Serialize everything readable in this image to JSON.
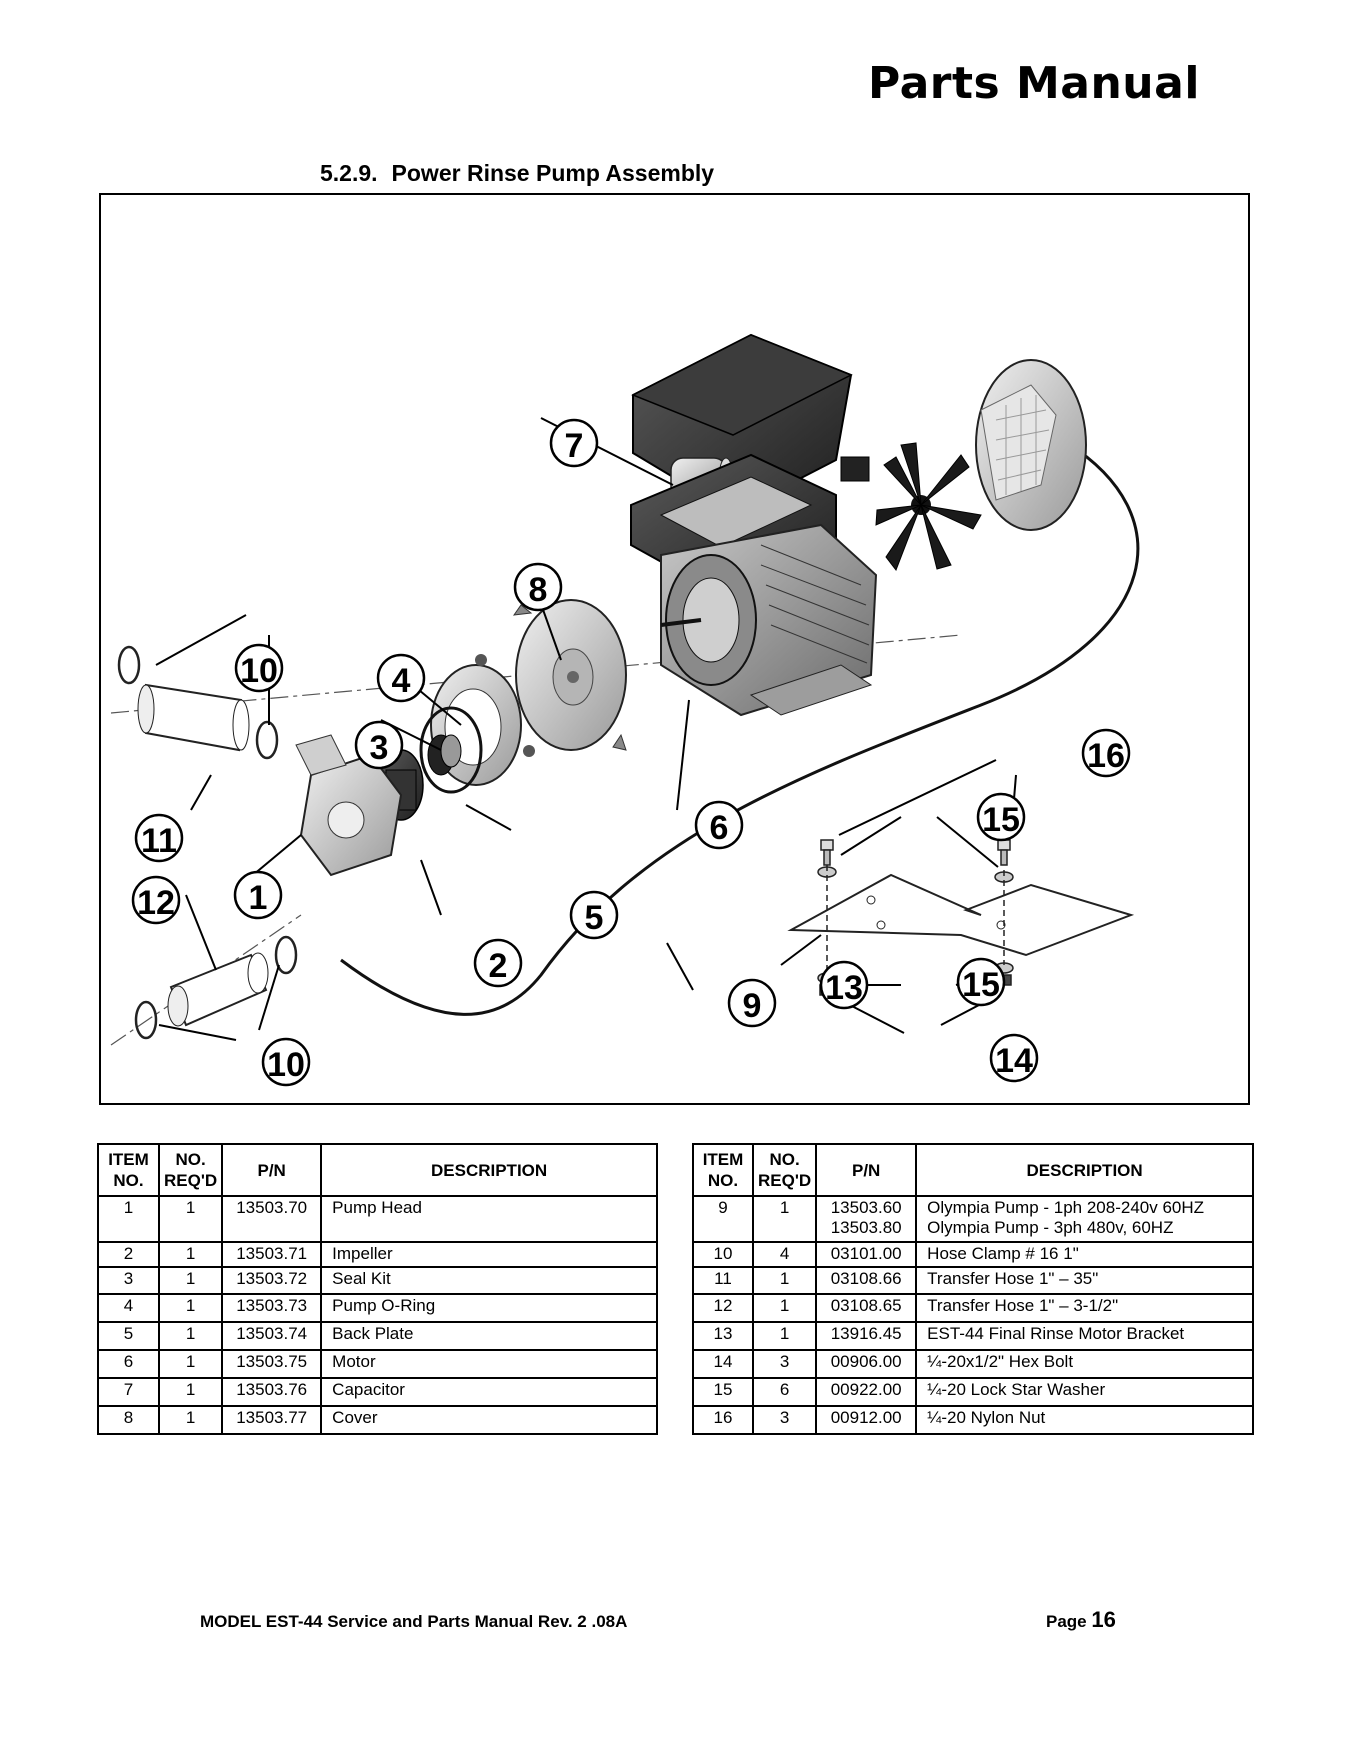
{
  "header": {
    "title": "Parts Manual"
  },
  "section": {
    "number": "5.2.9.",
    "title": "Power Rinse Pump Assembly"
  },
  "figure": {
    "callouts": [
      "7",
      "8",
      "10",
      "4",
      "3",
      "11",
      "1",
      "12",
      "5",
      "2",
      "6",
      "9",
      "16",
      "15",
      "13",
      "15",
      "14",
      "10"
    ]
  },
  "table_headers": {
    "item": [
      "ITEM",
      "NO."
    ],
    "req": [
      "NO.",
      "REQ'D"
    ],
    "pn": "P/N",
    "desc": "DESCRIPTION"
  },
  "left_table": [
    {
      "item": "1",
      "req": "1",
      "pn": "13503.70",
      "desc": "Pump Head"
    },
    {
      "item": "2",
      "req": "1",
      "pn": "13503.71",
      "desc": "Impeller"
    },
    {
      "item": "3",
      "req": "1",
      "pn": "13503.72",
      "desc": "Seal Kit"
    },
    {
      "item": "4",
      "req": "1",
      "pn": "13503.73",
      "desc": "Pump O-Ring"
    },
    {
      "item": "5",
      "req": "1",
      "pn": "13503.74",
      "desc": "Back Plate"
    },
    {
      "item": "6",
      "req": "1",
      "pn": "13503.75",
      "desc": "Motor"
    },
    {
      "item": "7",
      "req": "1",
      "pn": "13503.76",
      "desc": "Capacitor"
    },
    {
      "item": "8",
      "req": "1",
      "pn": "13503.77",
      "desc": "Cover"
    }
  ],
  "right_table": [
    {
      "item": "9",
      "req": "1",
      "pn": "13503.60",
      "pn2": "13503.80",
      "desc": "Olympia Pump - 1ph 208-240v 60HZ",
      "desc2": "Olympia Pump - 3ph 480v, 60HZ"
    },
    {
      "item": "10",
      "req": "4",
      "pn": "03101.00",
      "desc": "Hose Clamp # 16   1\""
    },
    {
      "item": "11",
      "req": "1",
      "pn": "03108.66",
      "desc": "Transfer Hose 1\" – 35\""
    },
    {
      "item": "12",
      "req": "1",
      "pn": "03108.65",
      "desc": "Transfer Hose 1\" – 3-1/2\""
    },
    {
      "item": "13",
      "req": "1",
      "pn": "13916.45",
      "desc": "EST-44 Final Rinse Motor Bracket"
    },
    {
      "item": "14",
      "req": "3",
      "pn": "00906.00",
      "desc": "¼-20x1/2\" Hex Bolt"
    },
    {
      "item": "15",
      "req": "6",
      "pn": "00922.00",
      "desc": "¼-20 Lock Star Washer"
    },
    {
      "item": "16",
      "req": "3",
      "pn": "00912.00",
      "desc": "¼-20 Nylon Nut"
    }
  ],
  "footer": {
    "model": "MODEL EST-44 Service and Parts Manual Rev. 2 .08A",
    "page_label": "Page",
    "page_number": "16"
  }
}
